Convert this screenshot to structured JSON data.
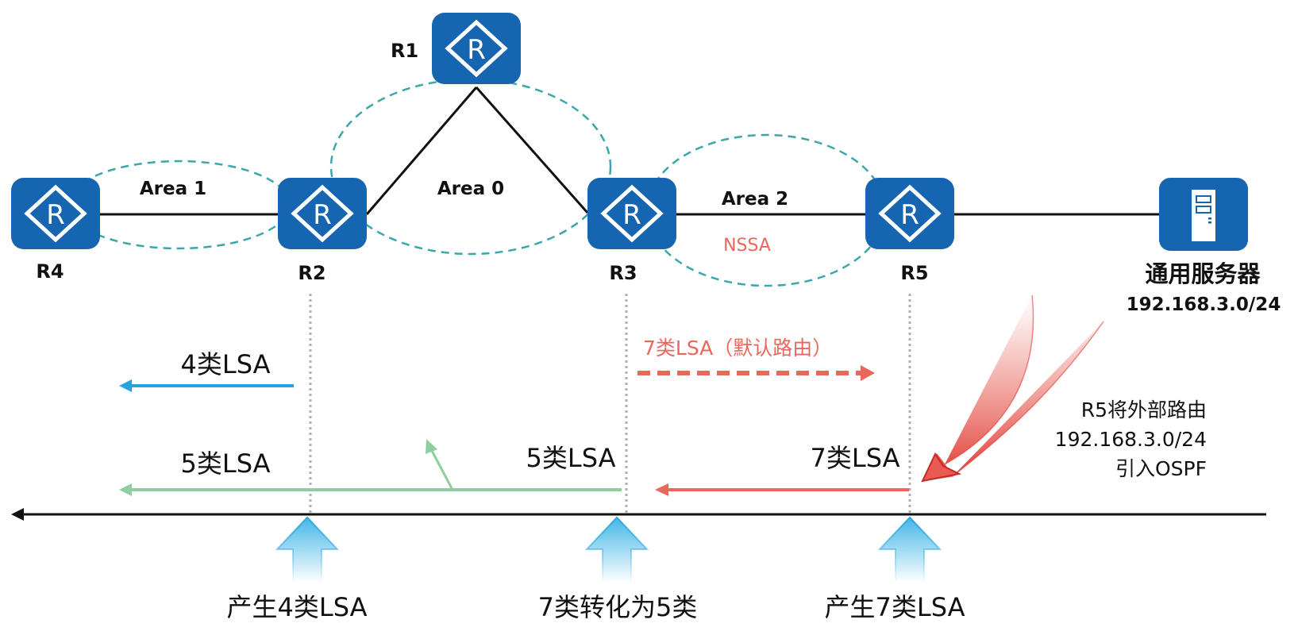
{
  "colors": {
    "device_blue": "#1565b0",
    "area_dash": "#3aa8a8",
    "link": "#111111",
    "lsa4_blue": "#29a3dc",
    "lsa5_green": "#8fcf9f",
    "lsa7_red": "#e8685c",
    "nssa_red": "#e8685c",
    "import_arrow_red": "#d9302b",
    "up_arrow_blue": "#3bb3e6"
  },
  "devices": {
    "r1": {
      "label": "R1",
      "icon": "router-icon"
    },
    "r2": {
      "label": "R2",
      "icon": "router-icon"
    },
    "r3": {
      "label": "R3",
      "icon": "router-icon"
    },
    "r4": {
      "label": "R4",
      "icon": "router-icon"
    },
    "r5": {
      "label": "R5",
      "icon": "router-icon"
    },
    "server": {
      "label": "通用服务器",
      "subnet": "192.168.3.0/24",
      "icon": "server-icon"
    }
  },
  "areas": {
    "area1": "Area 1",
    "area0": "Area 0",
    "area2": "Area 2",
    "area2_type": "NSSA"
  },
  "flows": {
    "lsa4": "4类LSA",
    "lsa5_left": "5类LSA",
    "lsa5_right": "5类LSA",
    "lsa7_default": "7类LSA（默认路由）",
    "lsa7": "7类LSA"
  },
  "import_note": {
    "line1": "R5将外部路由",
    "line2": "192.168.3.0/24",
    "line3": "引入OSPF"
  },
  "events": [
    {
      "label": "产生4类LSA"
    },
    {
      "label": "7类转化为5类"
    },
    {
      "label": "产生7类LSA"
    }
  ]
}
